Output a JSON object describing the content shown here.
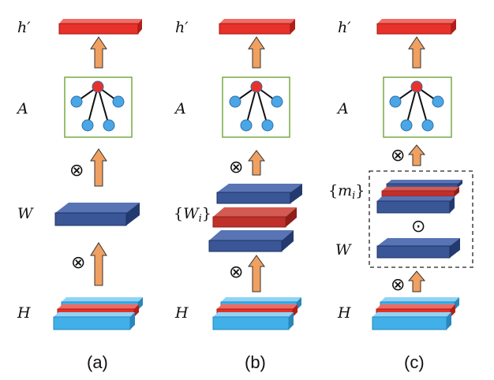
{
  "colors": {
    "red_bar": "#e8312a",
    "dark_blue": "#3a5697",
    "light_blue": "#41b0e8",
    "arrow": "#f0a060",
    "graph_border": "#77aa44",
    "graph_node_blue": "#4aa6e6",
    "graph_node_red": "#e8312a",
    "dashed_border": "#222222"
  },
  "labels": {
    "h_prime": "h′",
    "A": "A",
    "W": "W",
    "W_i_open": "{",
    "W_i_base": "W",
    "W_i_sub": "i",
    "W_i_close": "}",
    "m_i_open": "{",
    "m_i_base": "m",
    "m_i_sub": "i",
    "m_i_close": "}",
    "H": "H"
  },
  "operators": {
    "tensor": "⊗",
    "odot": "⊙"
  },
  "panels": [
    {
      "caption": "(a)"
    },
    {
      "caption": "(b)"
    },
    {
      "caption": "(c)"
    }
  ]
}
